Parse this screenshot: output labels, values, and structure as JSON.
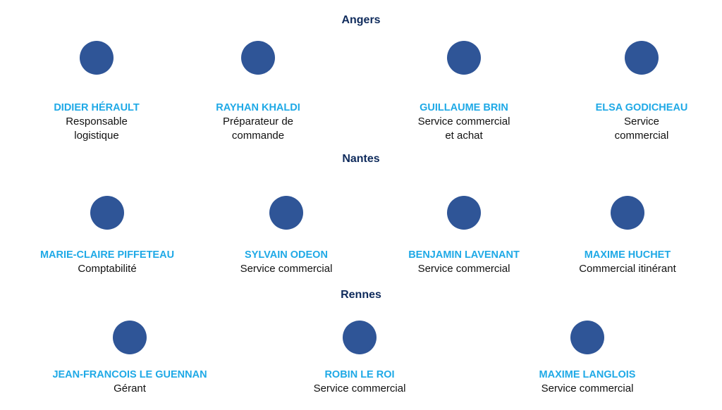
{
  "sections": [
    {
      "title": "Angers",
      "people": [
        {
          "name": "DIDIER HÉRAULT",
          "role": "Responsable logistique",
          "role_lines": [
            "Responsable",
            "logistique"
          ]
        },
        {
          "name": "RAYHAN KHALDI",
          "role": "Préparateur de commande",
          "role_lines": [
            "Préparateur de",
            "commande"
          ]
        },
        {
          "name": "GUILLAUME BRIN",
          "role": "Service commercial et achat",
          "role_lines": [
            "Service commercial",
            "et achat"
          ]
        },
        {
          "name": "ELSA GODICHEAU",
          "role": "Service commercial",
          "role_lines": [
            "Service",
            "commercial"
          ]
        }
      ]
    },
    {
      "title": "Nantes",
      "people": [
        {
          "name": "MARIE-CLAIRE PIFFETEAU",
          "role": "Comptabilité"
        },
        {
          "name": "SYLVAIN ODEON",
          "role": "Service commercial"
        },
        {
          "name": "BENJAMIN LAVENANT",
          "role": "Service commercial"
        },
        {
          "name": "MAXIME HUCHET",
          "role": "Commercial itinérant"
        }
      ]
    },
    {
      "title": "Rennes",
      "people": [
        {
          "name": "JEAN-FRANCOIS LE GUENNAN",
          "role": "Gérant"
        },
        {
          "name": "ROBIN LE ROI",
          "role": "Service commercial"
        },
        {
          "name": "MAXIME LANGLOIS",
          "role": "Service commercial"
        }
      ]
    }
  ],
  "colors": {
    "section_title": "#0f2b5c",
    "name": "#1fa9e6",
    "avatar": "#2f5597",
    "role": "#111111"
  }
}
